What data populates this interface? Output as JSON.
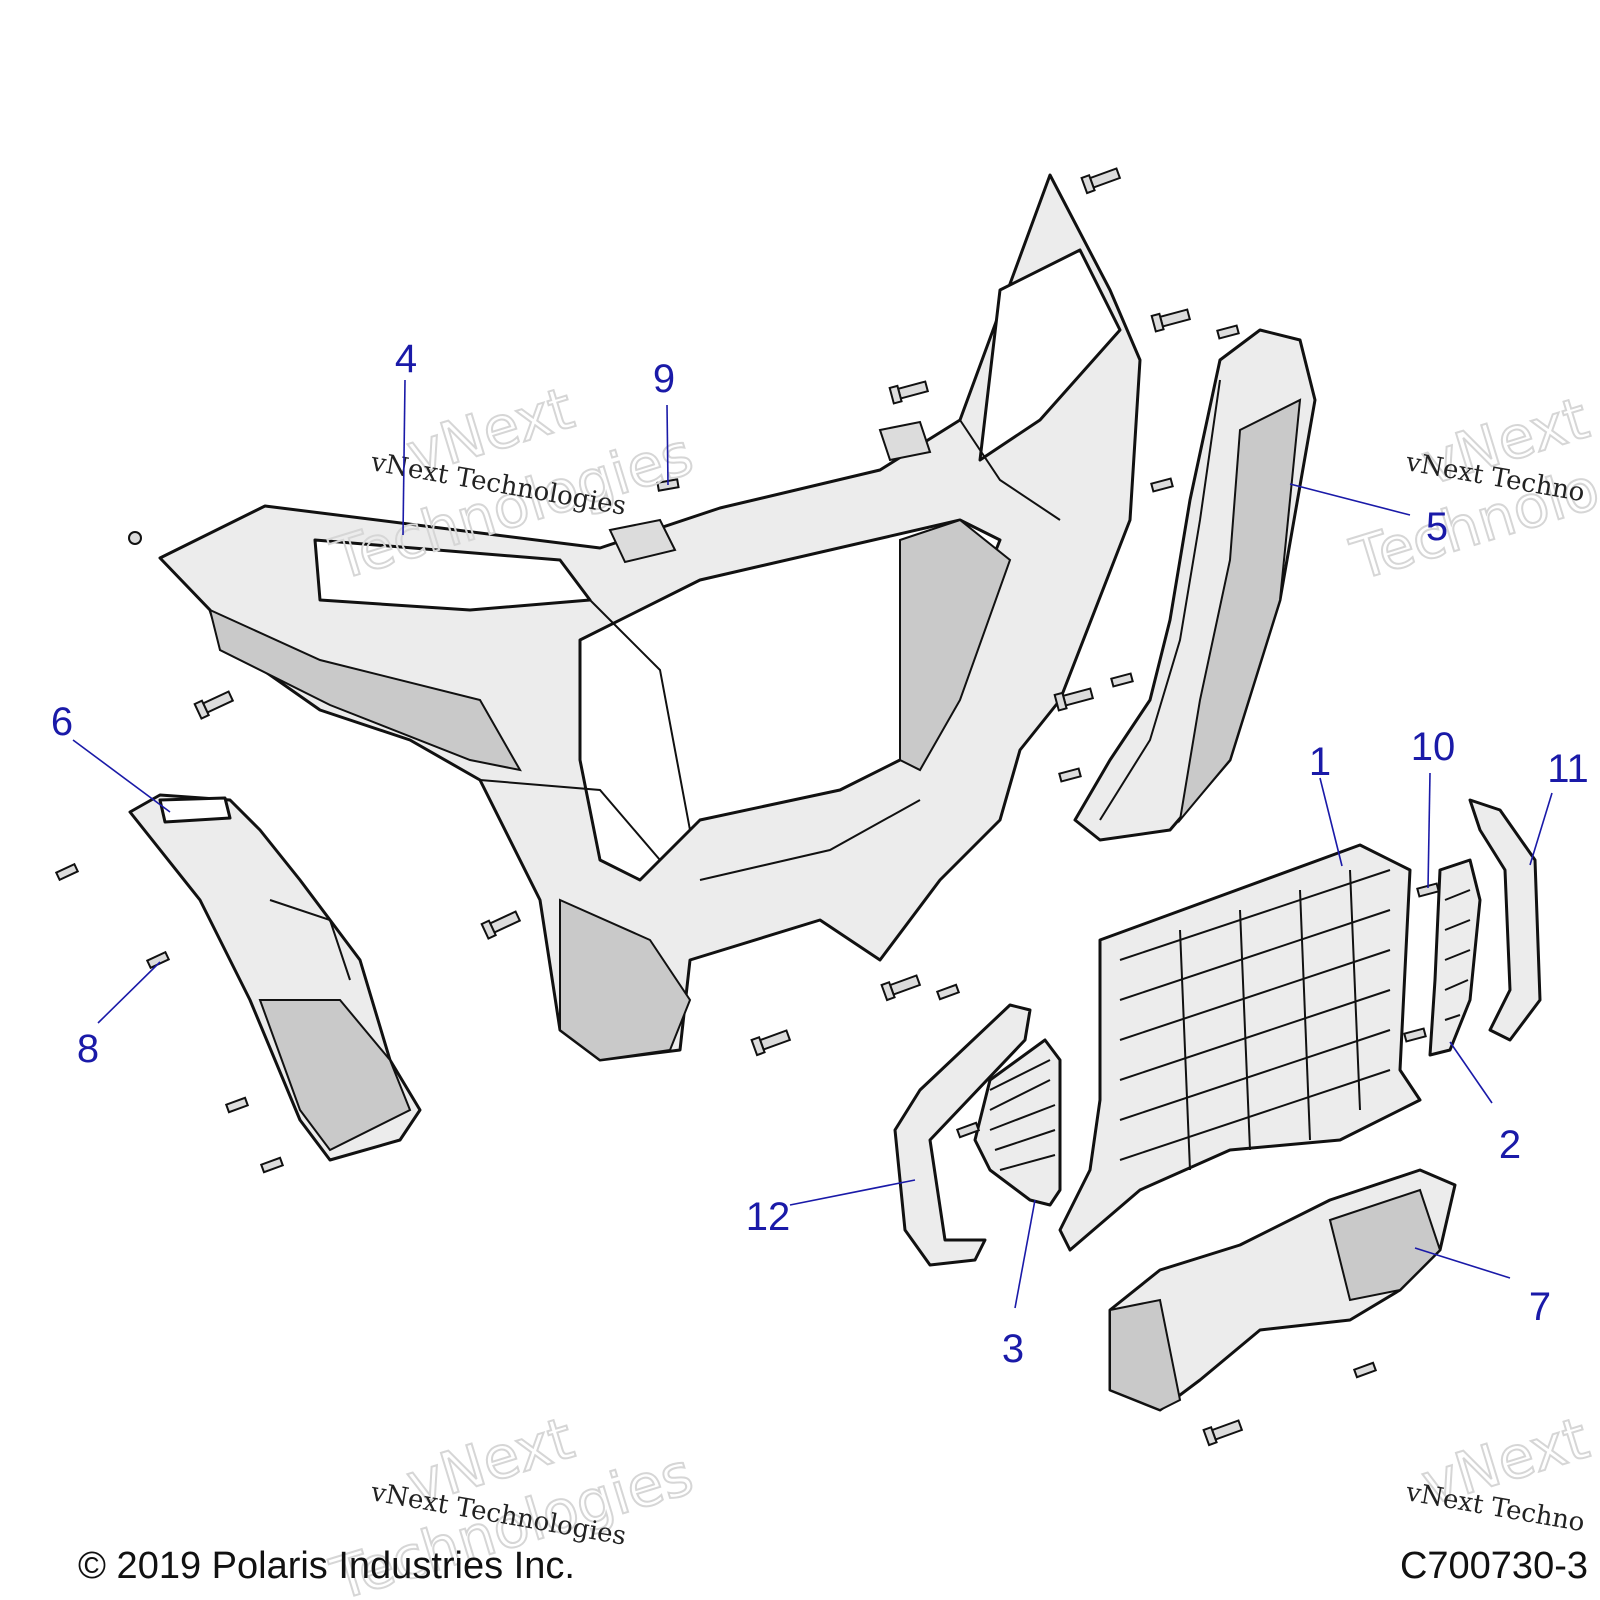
{
  "callouts": [
    "1",
    "2",
    "3",
    "4",
    "5",
    "6",
    "7",
    "8",
    "9",
    "10",
    "11",
    "12"
  ],
  "watermark": {
    "line1": "vNext Technologies",
    "big1": "vNext",
    "big2": "Technologies",
    "right_line1": "vNext Techno",
    "right_big1": "vNext",
    "right_big2": "Technolo"
  },
  "footer": {
    "copyright": "© 2019 Polaris Industries Inc.",
    "drawing_id": "C700730-3"
  }
}
